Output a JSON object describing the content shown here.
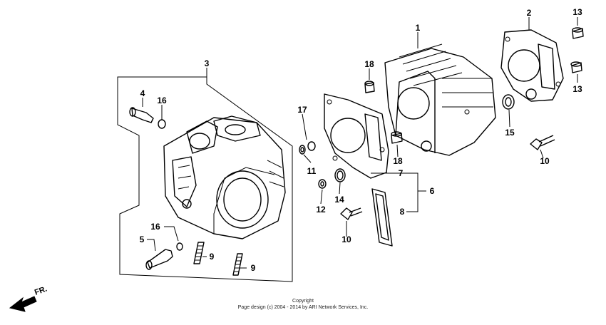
{
  "diagram": {
    "callouts": [
      "1",
      "2",
      "3",
      "4",
      "5",
      "6",
      "7",
      "8",
      "9",
      "9",
      "10",
      "10",
      "11",
      "12",
      "13",
      "13",
      "14",
      "15",
      "16",
      "16",
      "17",
      "18",
      "18"
    ],
    "direction_label": "FR."
  },
  "footer": {
    "line1": "Copyright",
    "line2": "Page design (c) 2004 - 2014 by ARI Network Services, Inc."
  }
}
